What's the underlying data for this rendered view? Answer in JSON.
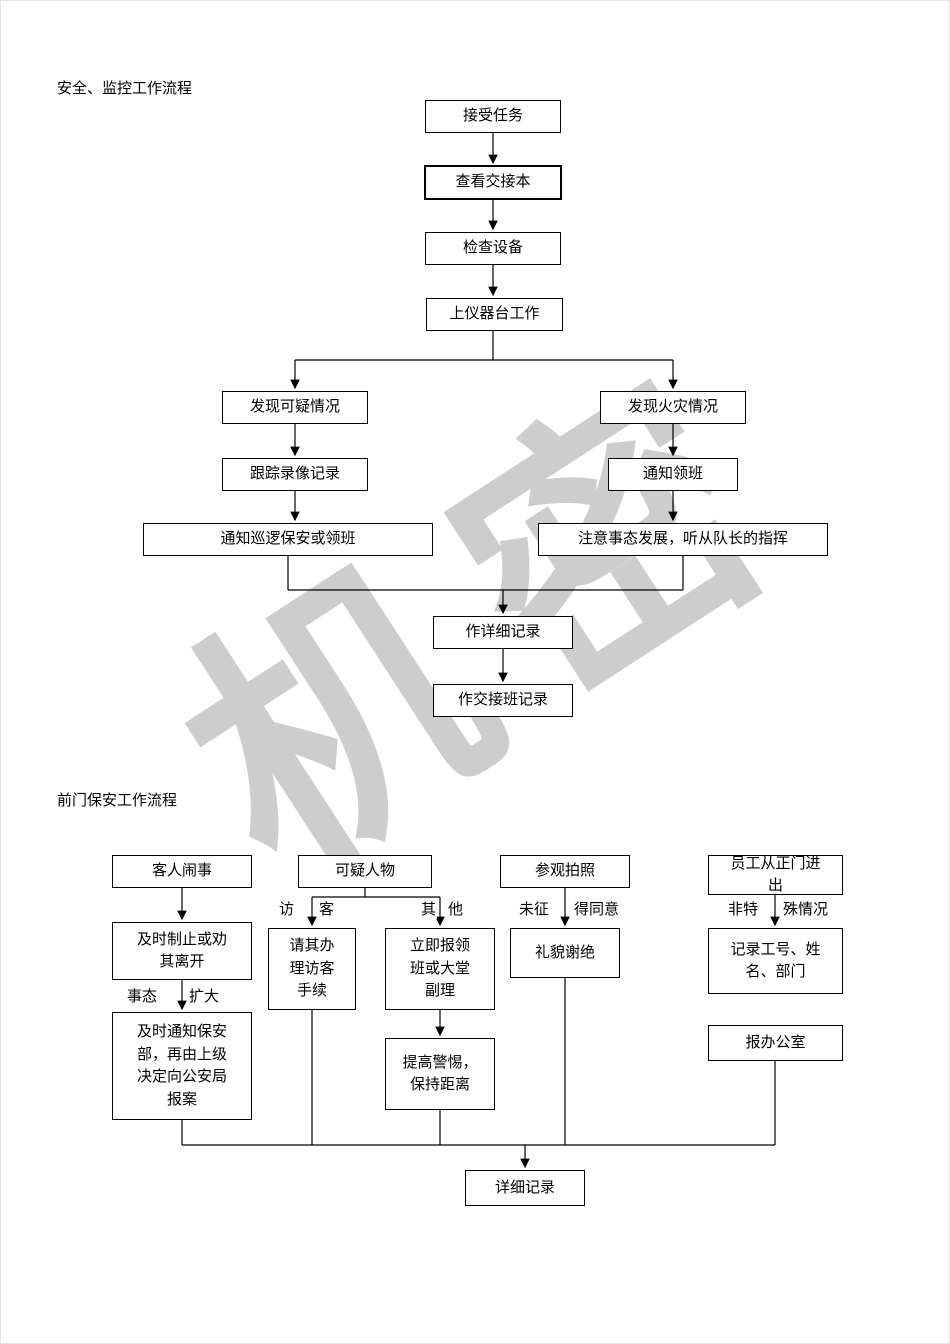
{
  "page": {
    "watermark": "机密"
  },
  "flow1": {
    "title": "安全、监控工作流程",
    "nodes": {
      "n1": "接受任务",
      "n2": "查看交接本",
      "n3": "检查设备",
      "n4": "上仪器台工作",
      "n5": "发现可疑情况",
      "n6": "发现火灾情况",
      "n7": "跟踪录像记录",
      "n8": "通知领班",
      "n9": "通知巡逻保安或领班",
      "n10": "注意事态发展，听从队长的指挥",
      "n11": "作详细记录",
      "n12": "作交接班记录"
    }
  },
  "flow2": {
    "title": "前门保安工作流程",
    "nodes": {
      "c1": "客人闹事",
      "c2": "可疑人物",
      "c3": "参观拍照",
      "c4": "员工从正门进\n出",
      "c5": "及时制止或劝\n其离开",
      "c6": "请其办\n理访客\n手续",
      "c7": "立即报领\n班或大堂\n副理",
      "c8": "礼貌谢绝",
      "c9": "记录工号、姓\n名、部门",
      "c10": "及时通知保安\n部，再由上级\n决定向公安局\n报案",
      "c11": "提高警惕，\n保持距离",
      "c12": "报办公室",
      "c13": "详细记录"
    },
    "labels": {
      "visitor": [
        "访",
        "客"
      ],
      "other": [
        "其",
        "他"
      ],
      "no_consent": [
        "未征",
        "得同意"
      ],
      "non_special": [
        "非特",
        "殊情况"
      ],
      "escalation": [
        "事态",
        "扩大"
      ]
    }
  }
}
